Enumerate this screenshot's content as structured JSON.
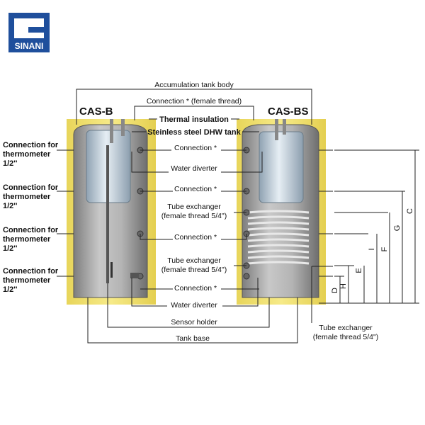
{
  "logo": {
    "text": "SINANI",
    "color": "#1f4f9c"
  },
  "colors": {
    "insulation": "#f0e070",
    "tank_body": "#9c9c9c",
    "tank_outline": "#555555",
    "cylinder": "#b7c7d4"
  },
  "tank_left": {
    "label": "CAS-B"
  },
  "tank_right": {
    "label": "CAS-BS"
  },
  "labels": {
    "accumulation_body": "Accumulation tank body",
    "connection_female": "Connection * (female thread)",
    "thermal_insulation": "Thermal insulation",
    "dhw_tank": "Steinless steel DHW tank",
    "connection_1": "Connection *",
    "water_diverter_1": "Water diverter",
    "connection_2": "Connection *",
    "tube_exchanger_1a": "Tube exchanger",
    "tube_exchanger_1b": "(female thread 5/4\")",
    "connection_3": "Connection *",
    "tube_exchanger_2a": "Tube exchanger",
    "tube_exchanger_2b": "(female thread 5/4\")",
    "connection_4": "Connection *",
    "water_diverter_2": "Water diverter",
    "sensor_holder": "Sensor holder",
    "tank_base": "Tank base",
    "tube_exchanger_3a": "Tube exchanger",
    "tube_exchanger_3b": "(female thread 5/4\")"
  },
  "thermometer_labels": [
    [
      "Connection for",
      "thermometer",
      "1/2''"
    ],
    [
      "Connection for",
      "thermometer",
      "1/2''"
    ],
    [
      "Connection for",
      "thermometer",
      "1/2''"
    ],
    [
      "Connection for",
      "thermometer",
      "1/2''"
    ]
  ],
  "dimensions": [
    "D",
    "H",
    "E",
    "I",
    "F",
    "G",
    "C"
  ]
}
